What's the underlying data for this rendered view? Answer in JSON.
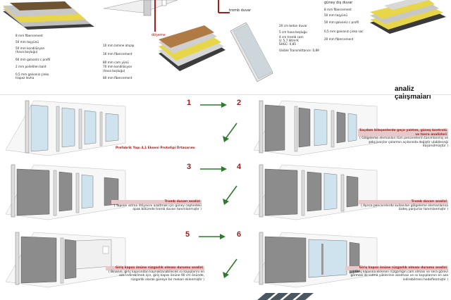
{
  "top": {
    "left_layers": [
      "8 mm fibercement",
      "50 mm taşyünü",
      "50 mm kondilüsyon",
      "(hava boşluğu)",
      "60 mm galvaniz c profil",
      "2 mm polietilen bant",
      "0,5 mm galvaniz çinko",
      "trapez levha"
    ],
    "doseme_label": "döşeme",
    "middle_layers": [
      "10 mm lamine ahşap",
      "16 mm fibercement",
      "80 mm cam yünü",
      "70 mm kondilüsyon",
      "(hava boşluğu)",
      "80 mm fibercement"
    ],
    "tromb_label": "tromb duvar",
    "tromb_layers": [
      "20 cm beton duvar",
      "5 cm hava boşluğu",
      "4 cm tromb cam",
      "U: 5,7 W/m²K",
      "SHGC: 0,85",
      "Visible Transmittance: 0,89"
    ],
    "right_title": "güney dış duvar",
    "right_layers": [
      "8 mm fibercement",
      "50 mm taşyünü",
      "50 mm galvaniz c profil",
      "0,5 mm galvaniz çinko sac",
      "20 mm fibercement"
    ]
  },
  "analysis": {
    "title": "analiz çalışmaları",
    "steps": [
      {
        "n": "1",
        "caption_title": "Prefabrik Yapı 4,1 Ekseni  Prototipi  Ürtasarımı",
        "caption_body": ""
      },
      {
        "n": "2",
        "caption_title": "Saçdam bileşenlerde geçe yalıtım, güneş kontrolü ve tavra analizleri",
        "caption_body": "( Gölgeleme elemanları tüm pencerelerin tanımlanmış ve şekş parçlar çalarmın açılarında değiştir ulabileceği düşünülmüştür )"
      },
      {
        "n": "3",
        "caption_title": "Tromb duvarı analizi",
        "caption_body": "( Yapının ısıtma ihtiyacını azaltmak için güney cephedeki opak bölümde tromb duvarı tanımlanmıştır )"
      },
      {
        "n": "4",
        "caption_title": "Tromb duvarı analizi",
        "caption_body": "( Ayrıca pencerelerde kullanılan gölgeleme elemanlarına özdeş panjurlar tanımlanmıştır )"
      },
      {
        "n": "5",
        "caption_title": "Giriş kapısı önüne rüzgarlık olması durumu analizi",
        "caption_body": "( Binanın, giriş kapısından kaynaklanabilecek ısı kayıplarını en aza indirebilmek için, giriş kapısı önüne 90 cm önünde, rüzgarlık olarak güneye bir mekan eklenmiştir )"
      },
      {
        "n": "6",
        "caption_title": "Giriş kapısı önüne rüzgarlık olması durumu analizi",
        "caption_body": "( Giriş kapısına eklenen rüzgarlığın cam olması ve sera görevi görmesi ile ısıtma yüklerinin azalması ve ısı kayıplarının en aza indirebilmesi hedeflenmiştir )"
      }
    ]
  },
  "colors": {
    "accent_red": "#a31d1d",
    "arrow_green": "#2f7a2f",
    "panel_gray": "#8c8c8c",
    "glass_blue": "#cfe3ee",
    "insulation_yellow": "#e8d64a",
    "wood_brown": "#b07a45"
  }
}
